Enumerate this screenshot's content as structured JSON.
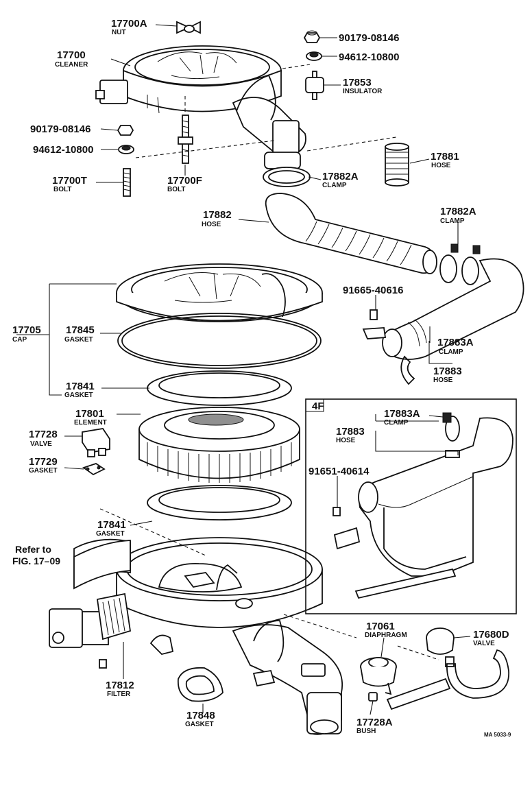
{
  "parts": {
    "nut": {
      "number": "17700A",
      "name": "NUT"
    },
    "cleaner": {
      "number": "17700",
      "name": "CLEANER"
    },
    "nut_top": {
      "number": "90179-08146"
    },
    "washer_top": {
      "number": "94612-10800"
    },
    "insulator": {
      "number": "17853",
      "name": "INSULATOR"
    },
    "nut_left": {
      "number": "90179-08146"
    },
    "washer_left": {
      "number": "94612-10800"
    },
    "hose_17881": {
      "number": "17881",
      "name": "HOSE"
    },
    "clamp_top": {
      "number": "17882A",
      "name": "CLAMP"
    },
    "bolt_t": {
      "number": "17700T",
      "name": "BOLT"
    },
    "bolt_f": {
      "number": "17700F",
      "name": "BOLT"
    },
    "hose_17882": {
      "number": "17882",
      "name": "HOSE"
    },
    "clamp_right": {
      "number": "17882A",
      "name": "CLAMP"
    },
    "bolt_91665": {
      "number": "91665-40616"
    },
    "cap": {
      "number": "17705",
      "name": "CAP"
    },
    "gasket_17845": {
      "number": "17845",
      "name": "GASKET"
    },
    "clamp_17883a": {
      "number": "17883A",
      "name": "CLAMP"
    },
    "gasket_17841_top": {
      "number": "17841",
      "name": "GASKET"
    },
    "hose_17883": {
      "number": "17883",
      "name": "HOSE"
    },
    "element": {
      "number": "17801",
      "name": "ELEMENT"
    },
    "valve_17728": {
      "number": "17728",
      "name": "VALVE"
    },
    "gasket_17729": {
      "number": "17729",
      "name": "GASKET"
    },
    "gasket_17841_bottom": {
      "number": "17841",
      "name": "GASKET"
    },
    "filter": {
      "number": "17812",
      "name": "FILTER"
    },
    "gasket_17848": {
      "number": "17848",
      "name": "GASKET"
    },
    "diaphragm": {
      "number": "17061",
      "name": "DIAPHRAGM"
    },
    "valve_17680d": {
      "number": "17680D",
      "name": "VALVE"
    },
    "bush": {
      "number": "17728A",
      "name": "BUSH"
    }
  },
  "inset": {
    "label": "4F",
    "clamp": {
      "number": "17883A",
      "name": "CLAMP"
    },
    "hose": {
      "number": "17883",
      "name": "HOSE"
    },
    "bolt": {
      "number": "91651-40614"
    }
  },
  "reference": {
    "line1": "Refer to",
    "line2": "FIG. 17–09"
  },
  "code": "MA 5033-9"
}
